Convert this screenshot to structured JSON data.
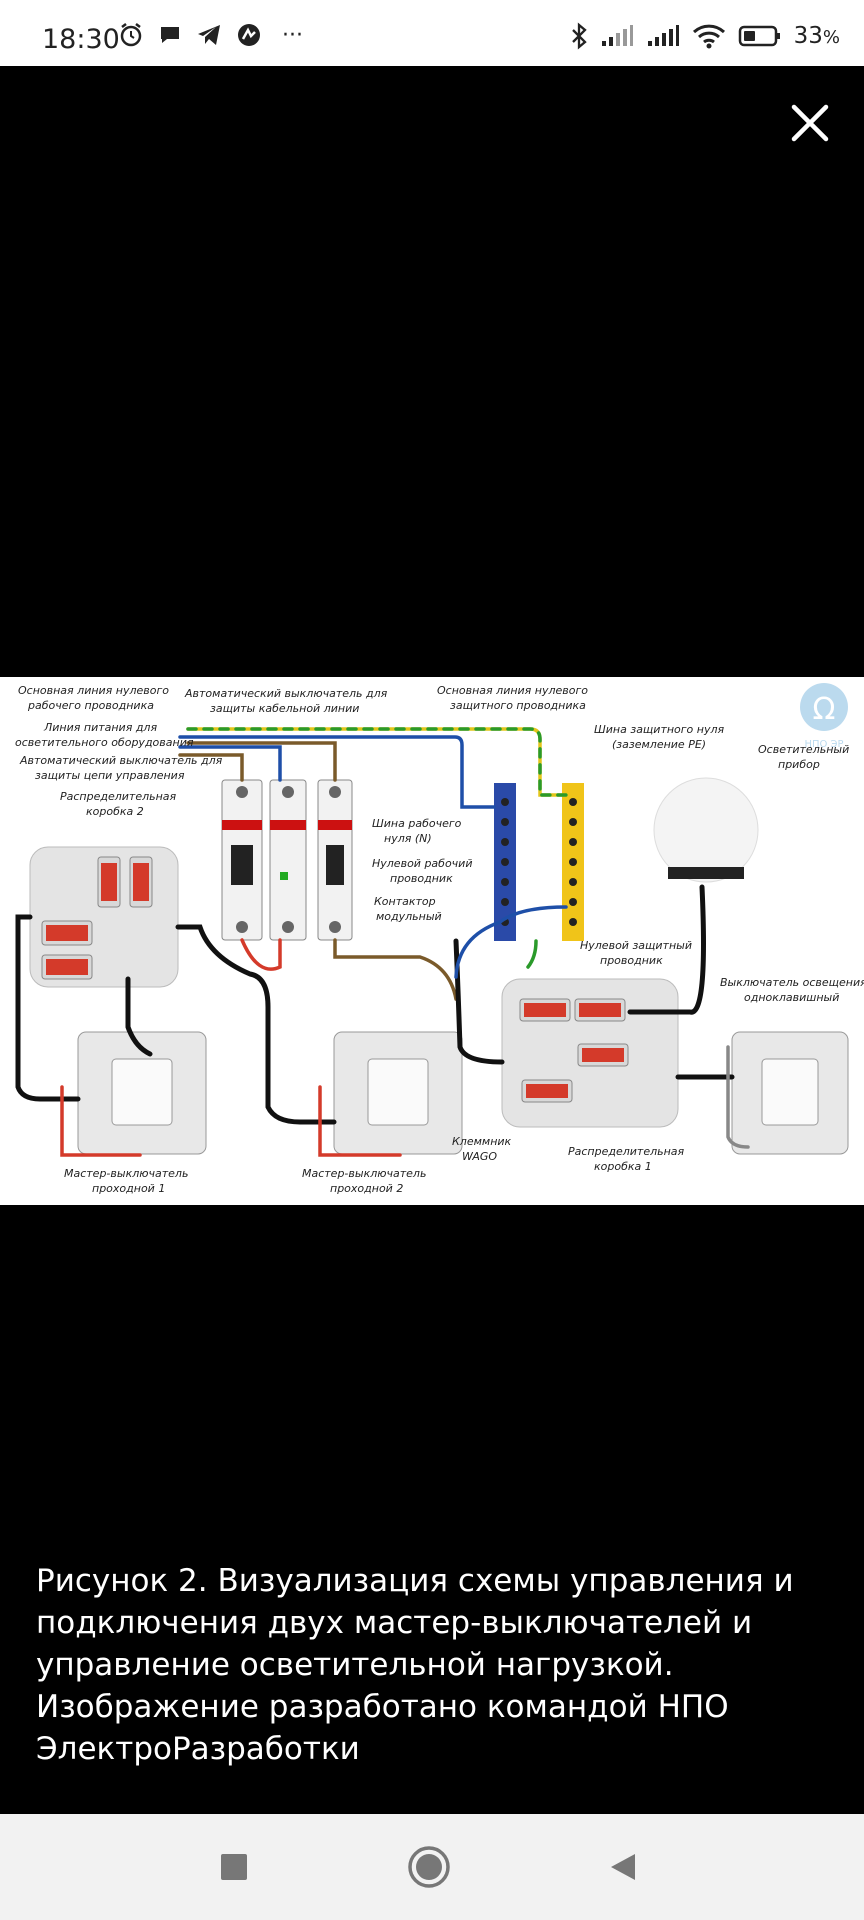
{
  "status_bar": {
    "time": "18:30",
    "more_indicator": "···",
    "battery_percent": "33",
    "battery_unit": "%"
  },
  "viewer": {
    "close_icon": "close-icon"
  },
  "figure": {
    "logo_text": "НПО ЭР",
    "labels": {
      "main_neutral_line": [
        "Основная линия нулевого",
        "рабочего проводника"
      ],
      "breaker_cable": [
        "Автоматический выключатель для",
        "защиты кабельной линии"
      ],
      "main_pe_line": [
        "Основная линия нулевого",
        "защитного проводника"
      ],
      "lighting_supply": [
        "Линия питания для",
        "осветительного оборудования"
      ],
      "pe_bus": [
        "Шина защитного нуля",
        "(заземление PE)"
      ],
      "breaker_control": [
        "Автоматический выключатель для",
        "защиты цепи управления"
      ],
      "lighting_device": [
        "Осветительный",
        "прибор"
      ],
      "junction_box_2": [
        "Распределительная",
        "коробка 2"
      ],
      "neutral_bus": [
        "Шина рабочего",
        "нуля (N)"
      ],
      "neutral_wire": [
        "Нулевой рабочий",
        "проводник"
      ],
      "contactor": [
        "Контактор",
        "модульный"
      ],
      "pe_wire": [
        "Нулевой защитный",
        "проводник"
      ],
      "light_switch": [
        "Выключатель освещения",
        "одноклавишный"
      ],
      "wago_terminal": [
        "Клеммник",
        "WAGO"
      ],
      "junction_box_1": [
        "Распределительная",
        "коробка 1"
      ],
      "master_switch_1": [
        "Мастер-выключатель",
        "проходной 1"
      ],
      "master_switch_2": [
        "Мастер-выключатель",
        "проходной 2"
      ]
    }
  },
  "caption": {
    "line1": "Рисунок 2. Визуализация схемы управления и",
    "line2": "подключения двух мастер-выключателей и",
    "line3": "управление осветительной нагрузкой.",
    "line4": "Изображение разработано командой НПО",
    "line5": "ЭлектроРазработки"
  },
  "nav_bar": {
    "recents_icon": "square-icon",
    "home_icon": "circle-icon",
    "back_icon": "triangle-back-icon"
  }
}
